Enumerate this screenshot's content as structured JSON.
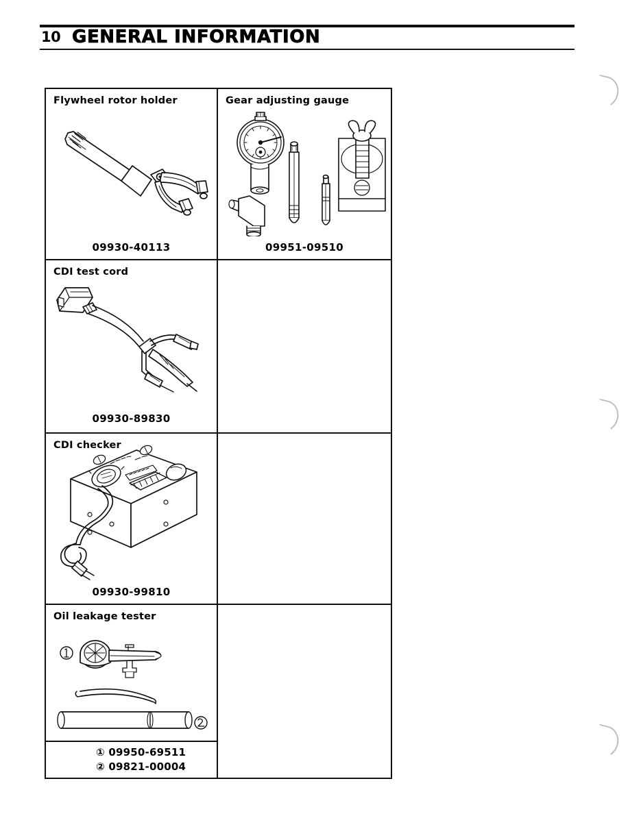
{
  "page": {
    "number": "10",
    "title": "GENERAL INFORMATION"
  },
  "table": {
    "rows": [
      {
        "left": {
          "name": "Flywheel rotor holder",
          "part_no": "09930-40113",
          "illustration": "flywheel-rotor-holder"
        },
        "right": {
          "name": "Gear adjusting gauge",
          "part_no": "09951-09510",
          "illustration": "gear-adjusting-gauge"
        }
      },
      {
        "left": {
          "name": "CDI test cord",
          "part_no": "09930-89830",
          "illustration": "cdi-test-cord"
        },
        "right": {
          "name": "",
          "part_no": "",
          "illustration": ""
        }
      },
      {
        "left": {
          "name": "CDI checker",
          "part_no": "09930-99810",
          "illustration": "cdi-checker"
        },
        "right": {
          "name": "",
          "part_no": "",
          "illustration": ""
        }
      },
      {
        "left": {
          "name": "Oil leakage tester",
          "part_no": "",
          "illustration": "oil-leakage-tester",
          "part_lines": [
            {
              "marker": "①",
              "number": "09950-69511"
            },
            {
              "marker": "②",
              "number": "09821-00004"
            }
          ],
          "callouts": [
            {
              "marker": "①",
              "target": "gauge"
            },
            {
              "marker": "②",
              "target": "cylinder"
            }
          ]
        },
        "right": {
          "name": "",
          "part_no": "",
          "illustration": ""
        }
      }
    ]
  },
  "colors": {
    "ink": "#111111",
    "paper": "#ffffff",
    "artifact": "#bdbdbd"
  }
}
